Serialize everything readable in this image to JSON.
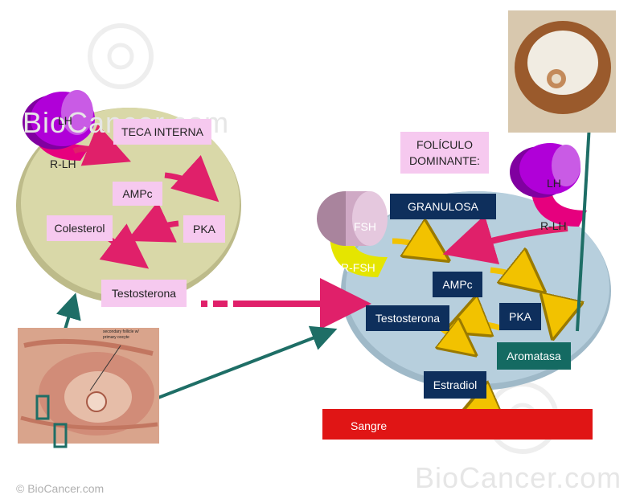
{
  "theca": {
    "title": "TECA INTERNA",
    "lh": "LH",
    "rlh": "R-LH",
    "ampc": "AMPc",
    "pka": "PKA",
    "colesterol": "Colesterol",
    "testosterona": "Testosterona"
  },
  "follicle": {
    "title": "FOLÍCULO\nDOMINANTE:",
    "granulosa": "GRANULOSA",
    "fsh": "FSH",
    "rfsh": "R-FSH",
    "lh": "LH",
    "rlh": "R-LH",
    "ampc": "AMPc",
    "pka": "PKA",
    "testosterona": "Testosterona",
    "aromatasa": "Aromatasa",
    "estradiol": "Estradiol",
    "sangre": "Sangre"
  },
  "micrograph": {
    "caption": "secondary follicle w/\nprimary oocyte"
  },
  "watermark": {
    "top": "BioCancer.com",
    "bottom": "BioCancer.com",
    "copyright": "© BioCancer.com"
  },
  "colors": {
    "theca_cell": "#d9d8a8",
    "granulosa_cell": "#b7cfdd",
    "pink_arrow": "#e0206a",
    "yellow_arrow": "#f2c200",
    "teal_arrow": "#1e6e66",
    "blood": "#e01515",
    "receptor": "#e6007e",
    "lh_cap": "#b000d8"
  }
}
